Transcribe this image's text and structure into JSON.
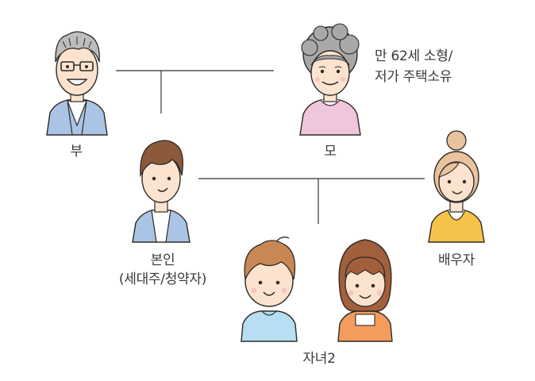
{
  "family": {
    "father": {
      "label": "부"
    },
    "mother": {
      "label": "모",
      "note_line1": "만 62세 소형/",
      "note_line2": "저가 주택소유"
    },
    "self": {
      "label_line1": "본인",
      "label_line2": "(세대주/청약자)"
    },
    "spouse": {
      "label": "배우자"
    },
    "children": {
      "label": "자녀2"
    }
  },
  "colors": {
    "line": "#333333",
    "outline": "#2f2a26",
    "skin": "#fbe3cf",
    "father_jacket": "#a9c4e4",
    "father_hair": "#bdbdbd",
    "mother_hair": "#a8a8a8",
    "mother_sweater": "#efc6dc",
    "self_hair": "#8a5a3b",
    "self_jacket": "#a9c4e4",
    "spouse_hair": "#e9c39c",
    "spouse_top": "#f6c34a",
    "son_hair": "#c88755",
    "son_shirt": "#b7def3",
    "daughter_hair": "#a25f3c",
    "daughter_shirt": "#f39c5e"
  }
}
